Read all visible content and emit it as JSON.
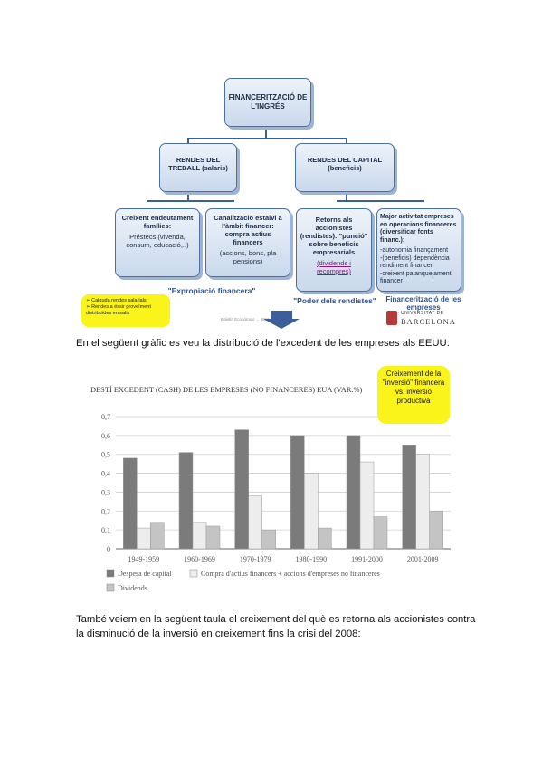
{
  "diagram": {
    "root": "FINANCERITZACIÓ DE L'INGRÉS",
    "salaris": {
      "title": "RENDES DEL TREBALL (salaris)"
    },
    "capital": {
      "title": "RENDES DEL CAPITAL (beneficis)"
    },
    "leaf1": {
      "title": "Creixent endeutament famílies:",
      "body": "Préstecs (vivenda, consum, educació,..)"
    },
    "leaf2": {
      "title": "Canalització estalvi a l'àmbit financer: compra actius financers",
      "body": "(accions, bons, pla pensions)"
    },
    "leaf3": {
      "title": "Retorns als accionistes (rendistes): \"punció\" sobre beneficis empresarials",
      "pink": "(dividends i recompres)"
    },
    "leaf4": {
      "title": "Major activitat empreses en operacions financeres (diversificar fonts financ.):",
      "lines": [
        "-autonomia finançament",
        "-(beneficis) dependència rendiment financer",
        "-creixent palanquejament financer"
      ]
    },
    "label_expropiacio": "\"Expropiació financera\"",
    "label_poder": "\"Poder dels rendistes\"",
    "label_financeritzacio": "Financerització de les empreses",
    "note_lines": [
      "➢ Caiguda rendes salarials",
      "➢ Rendes a éssir proveïment",
      "   distribuïdes en salis"
    ],
    "source_text": "Boletín Económico ... 2011",
    "logo_line1": "UNIVERSITAT DE",
    "logo_line2": "BARCELONA"
  },
  "text1": "En el següent gràfic es veu la distribució de l'excedent de les empreses als EEUU:",
  "text2_lines": [
    "També veiem en la següent taula el creixement del què es retorna als accionistes contra",
    "la disminució de la inversió en creixement fins la crisi del 2008:"
  ],
  "chart_bubble": "Creixement de la \"inversió\" financera vs. inversió productiva",
  "chart_data": {
    "type": "bar",
    "title": "DESTÍ EXCEDENT (CASH) DE LES EMPRESES (NO FINANCERES) EUA (VAR.%)",
    "categories": [
      "1949-1959",
      "1960-1969",
      "1970-1979",
      "1980-1990",
      "1991-2000",
      "2001-2009"
    ],
    "series": [
      {
        "name": "Despesa de capital",
        "values": [
          0.48,
          0.51,
          0.63,
          0.6,
          0.6,
          0.55
        ],
        "color": "#7b7b7b"
      },
      {
        "name": "Compra d'actius financers + accions d'empreses no financeres",
        "values": [
          0.11,
          0.14,
          0.28,
          0.4,
          0.46,
          0.5
        ],
        "color": "#ededed"
      },
      {
        "name": "Dividends",
        "values": [
          0.14,
          0.12,
          0.1,
          0.11,
          0.17,
          0.2
        ],
        "color": "#c4c4c4"
      }
    ],
    "ylim": [
      0,
      0.7
    ],
    "yticks": [
      "0",
      "0,1",
      "0,2",
      "0,3",
      "0,4",
      "0,5",
      "0,6",
      "0,7"
    ],
    "grid": true,
    "legend": "bottom"
  }
}
